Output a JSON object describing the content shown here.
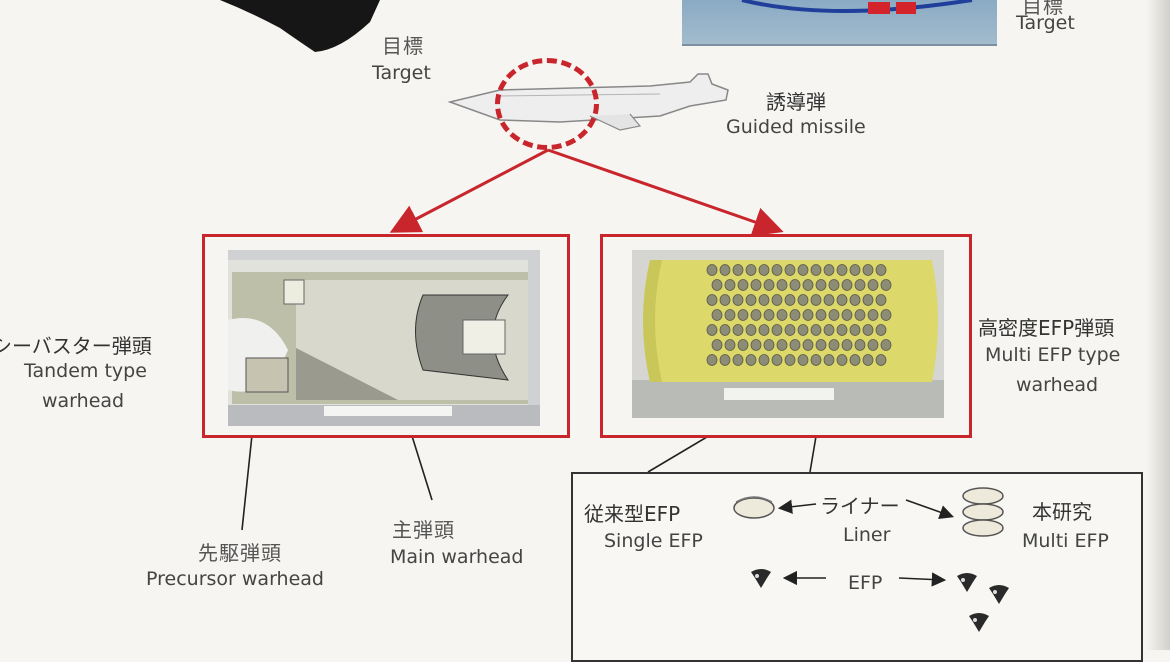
{
  "labels": {
    "target_left_jp": "目標",
    "target_left_en": "Target",
    "target_right_jp": "目標",
    "target_right_en": "Target",
    "missile_jp": "誘導弾",
    "missile_en": "Guided missile",
    "tandem_jp": "シーバスター弾頭",
    "tandem_en1": "Tandem type",
    "tandem_en2": "warhead",
    "multi_efp_jp": "高密度EFP弾頭",
    "multi_efp_en1": "Multi EFP type",
    "multi_efp_en2": "warhead",
    "precursor_jp": "先駆弾頭",
    "precursor_en": "Precursor warhead",
    "main_jp": "主弾頭",
    "main_en": "Main warhead"
  },
  "detail": {
    "single_jp": "従来型EFP",
    "single_en": "Single EFP",
    "liner_jp": "ライナー",
    "liner_en": "Liner",
    "this_study_jp": "本研究",
    "this_study_en": "Multi EFP",
    "efp": "EFP"
  },
  "colors": {
    "highlight_red": "#c9252c",
    "warhead_yellow": "#dcd96a",
    "page": "#f6f5f1"
  }
}
